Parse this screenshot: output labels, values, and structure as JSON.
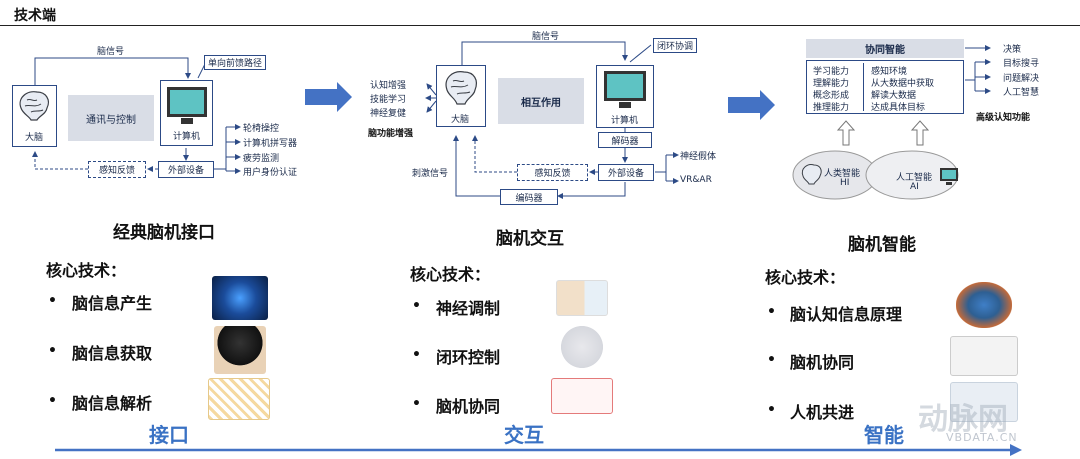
{
  "header": {
    "title": "技术端"
  },
  "colors": {
    "accent": "#4472c4",
    "line": "#2c4a86",
    "gray_box": "#d9dde6",
    "stage_text": "#3a72c4"
  },
  "sections": [
    {
      "heading": "经典脑机接口",
      "core_label": "核心技术：",
      "items": [
        "脑信息产生",
        "脑信息获取",
        "脑信息解析"
      ],
      "diagram": {
        "signal_label": "脑信号",
        "path_label": "单向前馈路径",
        "brain_label": "大脑",
        "center_label": "通讯与控制",
        "computer_label": "计算机",
        "device_label": "外部设备",
        "feedback_label": "感知反馈",
        "outputs": [
          "轮椅操控",
          "计算机拼写器",
          "疲劳监测",
          "用户身份认证"
        ]
      }
    },
    {
      "heading": "脑机交互",
      "core_label": "核心技术：",
      "items": [
        "神经调制",
        "闭环控制",
        "脑机协同"
      ],
      "diagram": {
        "signal_label": "脑信号",
        "loop_label": "闭环协调",
        "enhance_items": [
          "认知增强",
          "技能学习",
          "神经复健"
        ],
        "enhance_caption": "脑功能增强",
        "brain_label": "大脑",
        "center_label": "相互作用",
        "computer_label": "计算机",
        "decoder_label": "解码器",
        "stim_label": "刺激信号",
        "feedback_label": "感知反馈",
        "device_label": "外部设备",
        "encoder_label": "编码器",
        "outputs": [
          "神经假体",
          "VR&AR"
        ]
      }
    },
    {
      "heading": "脑机智能",
      "core_label": "核心技术：",
      "items": [
        "脑认知信息原理",
        "脑机协同",
        "人机共进"
      ],
      "diagram": {
        "title": "协同智能",
        "left_list": [
          "学习能力",
          "理解能力",
          "概念形成",
          "推理能力"
        ],
        "right_list": [
          "感知环境",
          "从大数据中获取",
          "解读大数据",
          "达成具体目标"
        ],
        "outputs": [
          "决策",
          "目标搜寻",
          "问题解决",
          "人工智慧"
        ],
        "caption": "高级认知功能",
        "hi_label": "人类智能",
        "hi_sub": "HI",
        "ai_label": "人工智能",
        "ai_sub": "AI"
      }
    }
  ],
  "stages": [
    "接口",
    "交互",
    "智能"
  ],
  "watermark": {
    "main": "动脉网",
    "sub": "VBDATA.CN"
  }
}
